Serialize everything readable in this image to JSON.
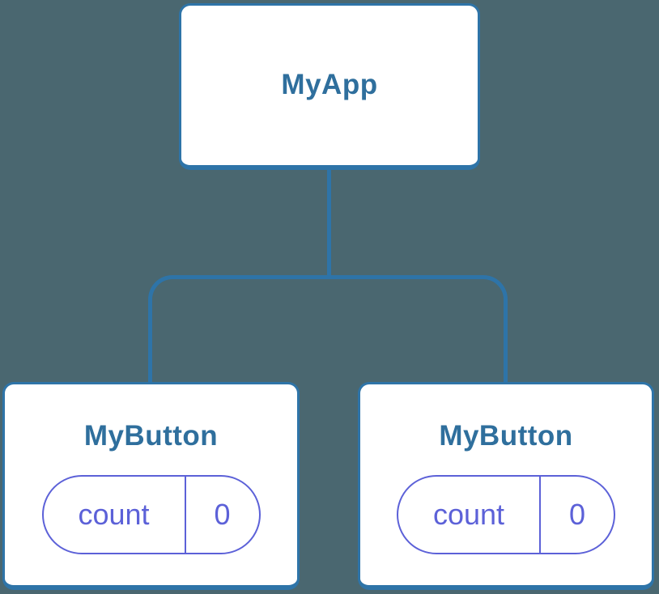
{
  "colors": {
    "background": "#4A6770",
    "card_bg": "#FFFFFF",
    "card_border": "#2E74A8",
    "connector": "#2E74A8",
    "title_text": "#2F6F9D",
    "state_accent": "#5C61D8"
  },
  "diagram": {
    "type": "component-tree",
    "root": {
      "label": "MyApp"
    },
    "children": [
      {
        "label": "MyButton",
        "state": {
          "key": "count",
          "value": "0"
        }
      },
      {
        "label": "MyButton",
        "state": {
          "key": "count",
          "value": "0"
        }
      }
    ]
  }
}
